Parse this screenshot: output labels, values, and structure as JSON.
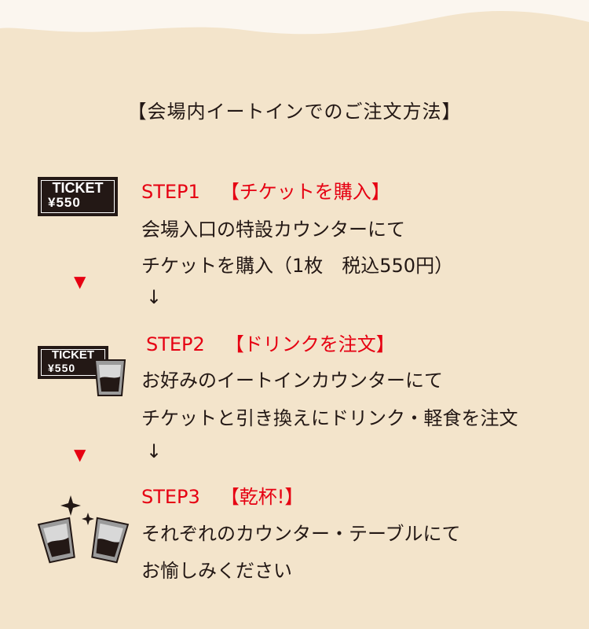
{
  "title": "【会場内イートインでのご注文方法】",
  "colors": {
    "background": "#f3e4cb",
    "accent": "#e60012",
    "text": "#231815"
  },
  "steps": [
    {
      "label": "STEP1",
      "heading": "【チケットを購入】",
      "lines": [
        "会場入口の特設カウンターにて",
        "チケットを購入（1枚　税込550円）"
      ],
      "icon": "ticket-icon",
      "ticket": {
        "word": "TICKET",
        "price": "¥550"
      }
    },
    {
      "label": "STEP2",
      "heading": "【ドリンクを注文】",
      "lines": [
        "お好みのイートインカウンターにて",
        "チケットと引き換えにドリンク・軽食を注文"
      ],
      "icon": "ticket-with-drink-icon",
      "ticket": {
        "word": "TICKET",
        "price": "¥550"
      }
    },
    {
      "label": "STEP3",
      "heading": "【乾杯!】",
      "lines": [
        "それぞれのカウンター・テーブルにて",
        "お愉しみください"
      ],
      "icon": "cheers-glasses-icon"
    }
  ],
  "arrow": "↓",
  "triangle": "▼"
}
